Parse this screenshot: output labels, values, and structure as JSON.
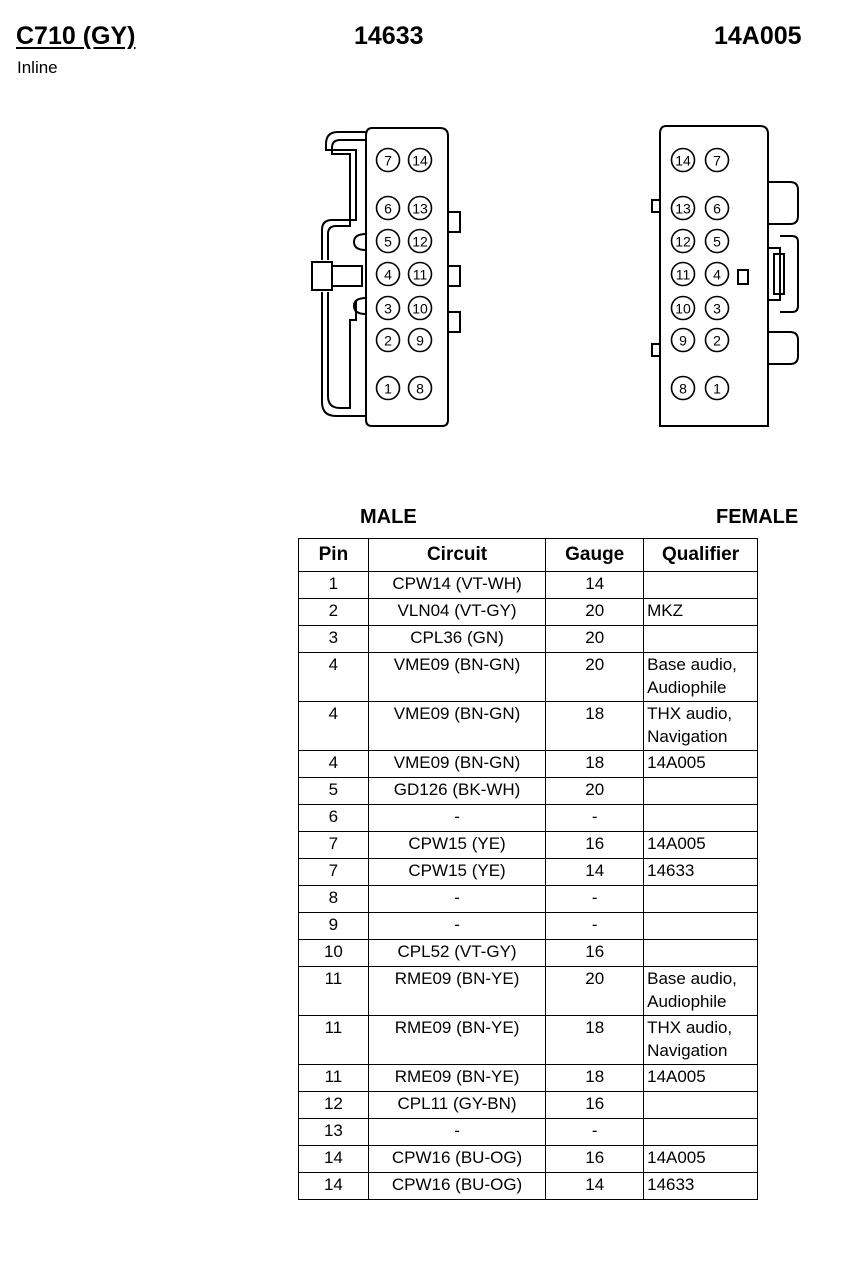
{
  "header": {
    "connector_id": "C710 (GY)",
    "connector_type": "Inline",
    "part_a": "14633",
    "part_b": "14A005"
  },
  "views": {
    "male_label": "MALE",
    "female_label": "FEMALE"
  },
  "pin_layout": {
    "male_left": [
      "7",
      "6",
      "5",
      "4",
      "3",
      "2",
      "1"
    ],
    "male_right": [
      "14",
      "13",
      "12",
      "11",
      "10",
      "9",
      "8"
    ],
    "female_left": [
      "14",
      "13",
      "12",
      "11",
      "10",
      "9",
      "8"
    ],
    "female_right": [
      "7",
      "6",
      "5",
      "4",
      "3",
      "2",
      "1"
    ]
  },
  "table": {
    "headers": [
      "Pin",
      "Circuit",
      "Gauge",
      "Qualifier"
    ],
    "rows": [
      {
        "pin": "1",
        "circuit": "CPW14 (VT-WH)",
        "gauge": "14",
        "qualifier": ""
      },
      {
        "pin": "2",
        "circuit": "VLN04 (VT-GY)",
        "gauge": "20",
        "qualifier": "MKZ"
      },
      {
        "pin": "3",
        "circuit": "CPL36 (GN)",
        "gauge": "20",
        "qualifier": ""
      },
      {
        "pin": "4",
        "circuit": "VME09 (BN-GN)",
        "gauge": "20",
        "qualifier": "Base audio, Audiophile"
      },
      {
        "pin": "4",
        "circuit": "VME09 (BN-GN)",
        "gauge": "18",
        "qualifier": "THX audio, Navigation"
      },
      {
        "pin": "4",
        "circuit": "VME09 (BN-GN)",
        "gauge": "18",
        "qualifier": "14A005"
      },
      {
        "pin": "5",
        "circuit": "GD126 (BK-WH)",
        "gauge": "20",
        "qualifier": ""
      },
      {
        "pin": "6",
        "circuit": "-",
        "gauge": "-",
        "qualifier": ""
      },
      {
        "pin": "7",
        "circuit": "CPW15 (YE)",
        "gauge": "16",
        "qualifier": "14A005"
      },
      {
        "pin": "7",
        "circuit": "CPW15 (YE)",
        "gauge": "14",
        "qualifier": "14633"
      },
      {
        "pin": "8",
        "circuit": "-",
        "gauge": "-",
        "qualifier": ""
      },
      {
        "pin": "9",
        "circuit": "-",
        "gauge": "-",
        "qualifier": ""
      },
      {
        "pin": "10",
        "circuit": "CPL52 (VT-GY)",
        "gauge": "16",
        "qualifier": ""
      },
      {
        "pin": "11",
        "circuit": "RME09 (BN-YE)",
        "gauge": "20",
        "qualifier": "Base audio, Audiophile"
      },
      {
        "pin": "11",
        "circuit": "RME09 (BN-YE)",
        "gauge": "18",
        "qualifier": "THX audio, Navigation"
      },
      {
        "pin": "11",
        "circuit": "RME09 (BN-YE)",
        "gauge": "18",
        "qualifier": "14A005"
      },
      {
        "pin": "12",
        "circuit": "CPL11 (GY-BN)",
        "gauge": "16",
        "qualifier": ""
      },
      {
        "pin": "13",
        "circuit": "-",
        "gauge": "-",
        "qualifier": ""
      },
      {
        "pin": "14",
        "circuit": "CPW16 (BU-OG)",
        "gauge": "16",
        "qualifier": "14A005"
      },
      {
        "pin": "14",
        "circuit": "CPW16 (BU-OG)",
        "gauge": "14",
        "qualifier": "14633"
      }
    ]
  }
}
